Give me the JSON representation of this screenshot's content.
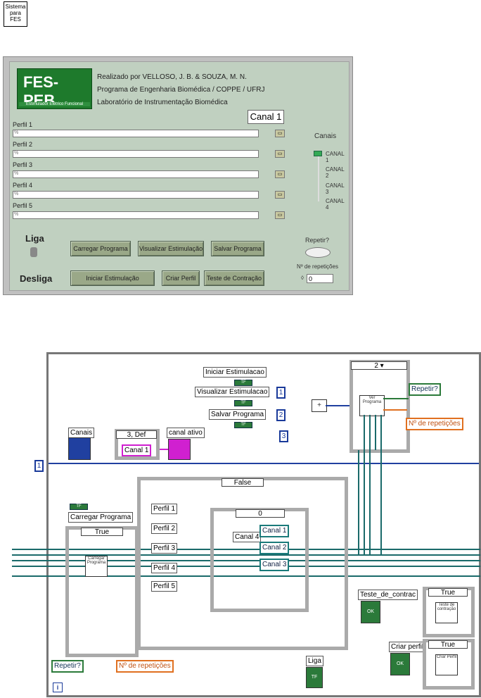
{
  "vi_icon": {
    "line1": "Sistema",
    "line2": "para",
    "line3": "FES"
  },
  "front_panel": {
    "logo": {
      "title": "FES- PEB",
      "subtitle": "Estimulador Elétrico Funcional"
    },
    "credits": [
      "Realizado por VELLOSO, J. B. & SOUZA, M. N.",
      "Programa de Engenharia Biomédica / COPPE / UFRJ",
      "Laboratório de Instrumentação Biomédica"
    ],
    "canal_indicator": "Canal 1",
    "perfis": [
      {
        "label": "Perfil 1",
        "path_prefix": "%"
      },
      {
        "label": "Perfil 2",
        "path_prefix": "%"
      },
      {
        "label": "Perfil 3",
        "path_prefix": "%"
      },
      {
        "label": "Perfil 4",
        "path_prefix": "%"
      },
      {
        "label": "Perfil 5",
        "path_prefix": "%"
      }
    ],
    "canais": {
      "title": "Canais",
      "items": [
        "CANAL 1",
        "CANAL 2",
        "CANAL 3",
        "CANAL 4"
      ]
    },
    "switch": {
      "on_label": "Liga",
      "off_label": "Desliga"
    },
    "buttons": {
      "carregar": "Carregar Programa",
      "visualizar": "Visualizar Estimulação",
      "salvar": "Salvar Programa",
      "iniciar": "Iniciar Estimulação",
      "criar": "Criar Perfil",
      "teste": "Teste de Contração"
    },
    "repetir": {
      "label": "Repetir?"
    },
    "repeticoes": {
      "label": "Nº de repetições",
      "value": "0"
    }
  },
  "block_diagram": {
    "const_1": "1",
    "top_case_selector": "2",
    "labels": {
      "iniciar": "Iniciar Estimulacao",
      "visualizar": "Visualizar Estimulacao",
      "salvar": "Salvar Programa",
      "carregar": "Carregar Programa",
      "canais": "Canais",
      "canal_ativo": "canal ativo",
      "repetir_top": "Repetir?",
      "repeticoes_top": "Nº de repetições",
      "repetir_bottom": "Repetir?",
      "repeticoes_bottom": "Nº de repetições",
      "teste": "Teste_de_contrac",
      "criar": "Criar perfil",
      "liga": "Liga"
    },
    "consts": {
      "one": "1",
      "two": "2",
      "three": "3"
    },
    "canal_case": {
      "selector": "3, Def",
      "value": "Canal 1"
    },
    "false_case": "False",
    "true_case_left": "True",
    "true_case_teste": "True",
    "true_case_criar": "True",
    "inner_case": "0",
    "perfis": [
      "Perfil 1",
      "Perfil 2",
      "Perfil 3",
      "Perfil 4",
      "Perfil 5"
    ],
    "canais": [
      "Canal 4",
      "Canal 1",
      "Canal 2",
      "Canal 3"
    ],
    "subvis": {
      "ver": "Ver Programa",
      "carregar": "Carregar Programa",
      "teste": "Teste de contração",
      "criar": "Criar Perfil"
    },
    "tf": "TF",
    "ok": "OK",
    "info": "i"
  }
}
